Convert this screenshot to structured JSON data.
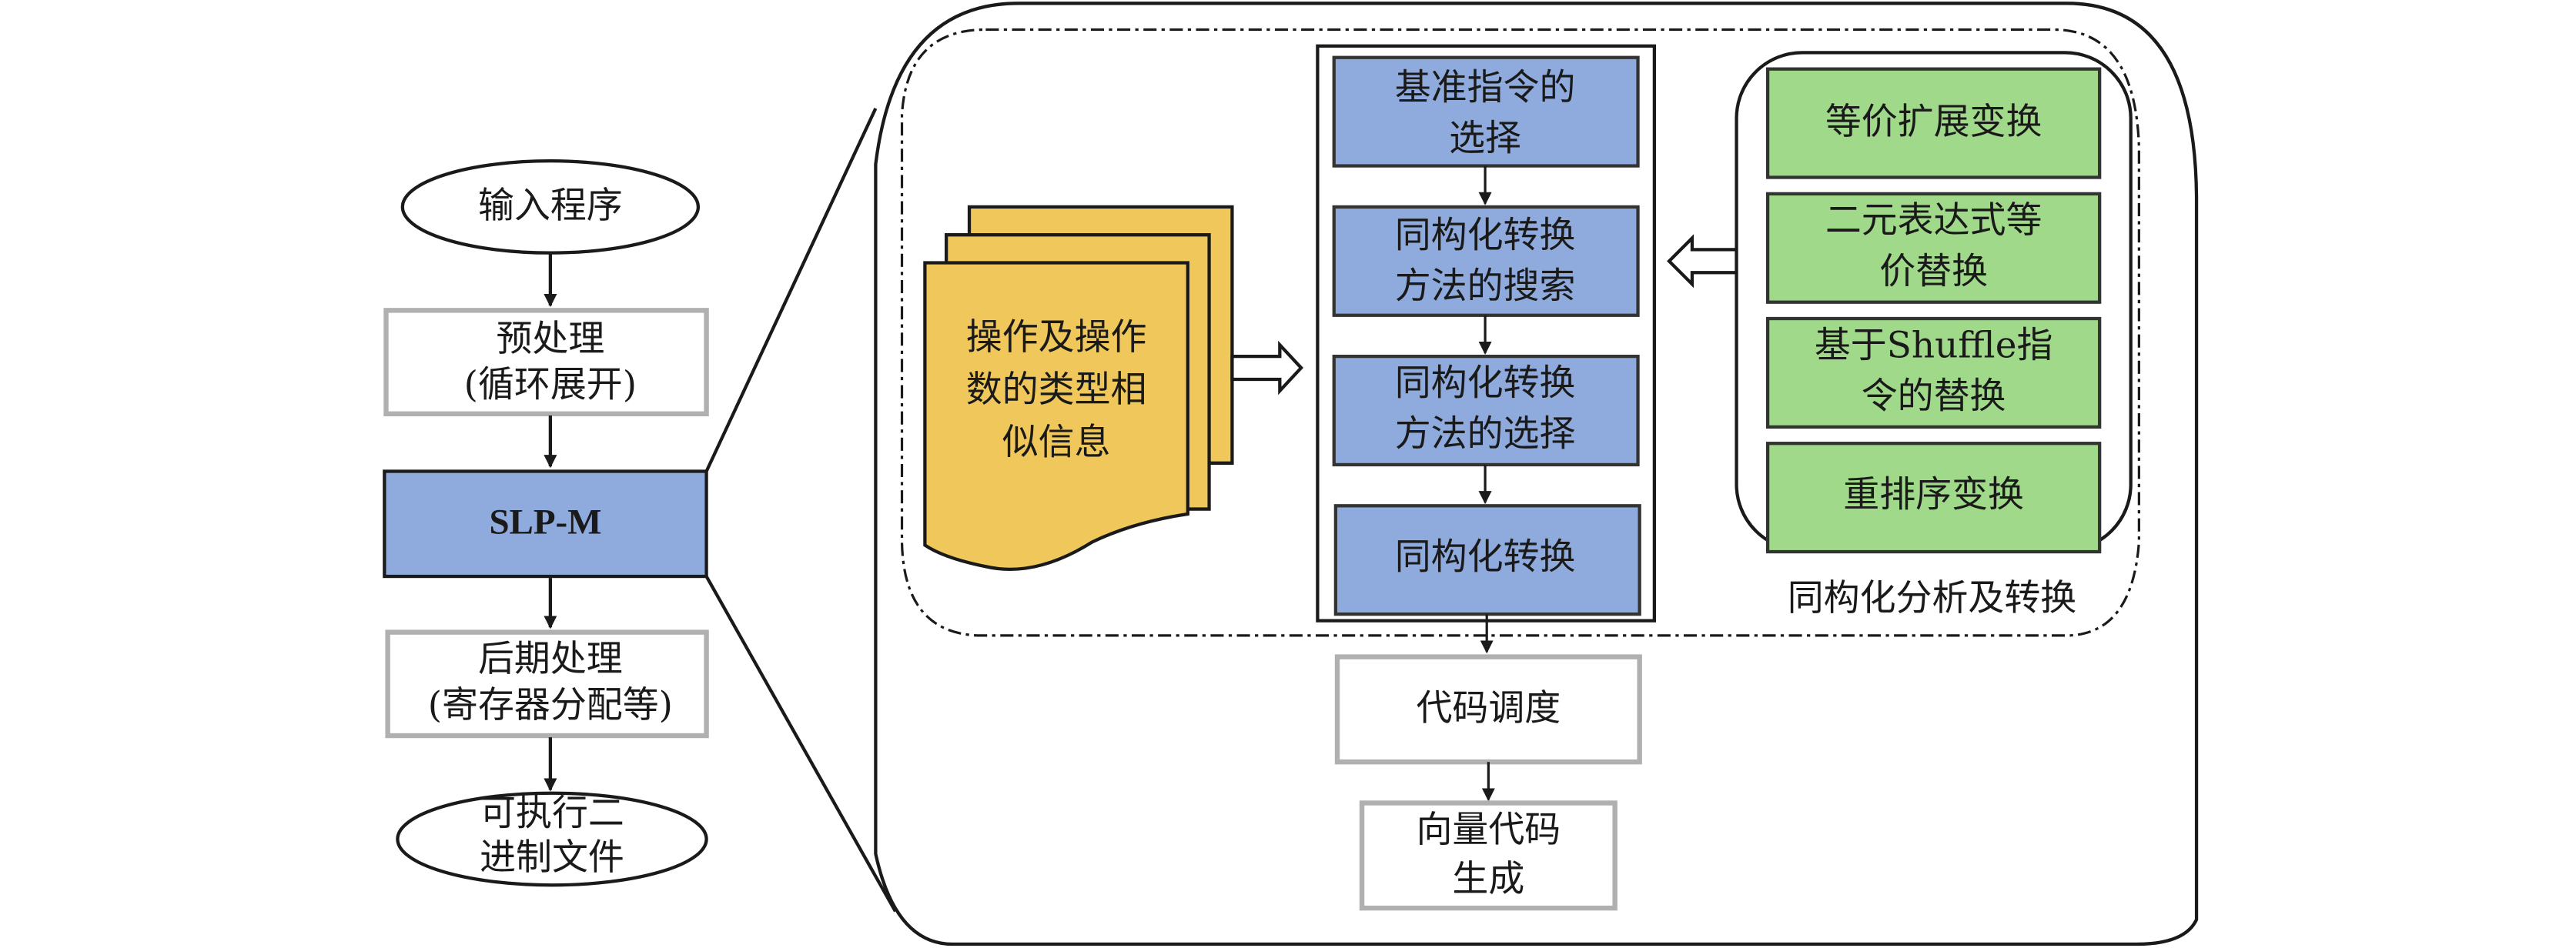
{
  "colors": {
    "blue_box": "#8faadc",
    "green_box": "#a0d98a",
    "yellow_doc": "#f0c75a",
    "gray_border": "#b0b0b0",
    "line": "#1a1a1a"
  },
  "left_flow": {
    "input": [
      "输入程序"
    ],
    "preprocess": [
      "预处理",
      "(循环展开)"
    ],
    "slpm": [
      "SLP-M"
    ],
    "postprocess": [
      "后期处理",
      "(寄存器分配等)"
    ],
    "output": [
      "可执行二",
      "进制文件"
    ]
  },
  "detail": {
    "doc": [
      "操作及操作",
      "数的类型相",
      "似信息"
    ],
    "steps": [
      [
        "基准指令的",
        "选择"
      ],
      [
        "同构化转换",
        "方法的搜索"
      ],
      [
        "同构化转换",
        "方法的选择"
      ],
      [
        "同构化转换"
      ]
    ],
    "transforms": [
      [
        "等价扩展变换"
      ],
      [
        "二元表达式等",
        "价替换"
      ],
      [
        "基于Shuffle指",
        "令的替换"
      ],
      [
        "重排序变换"
      ]
    ],
    "region_label": "同构化分析及转换",
    "schedule": [
      "代码调度"
    ],
    "codegen": [
      "向量代码",
      "生成"
    ]
  }
}
